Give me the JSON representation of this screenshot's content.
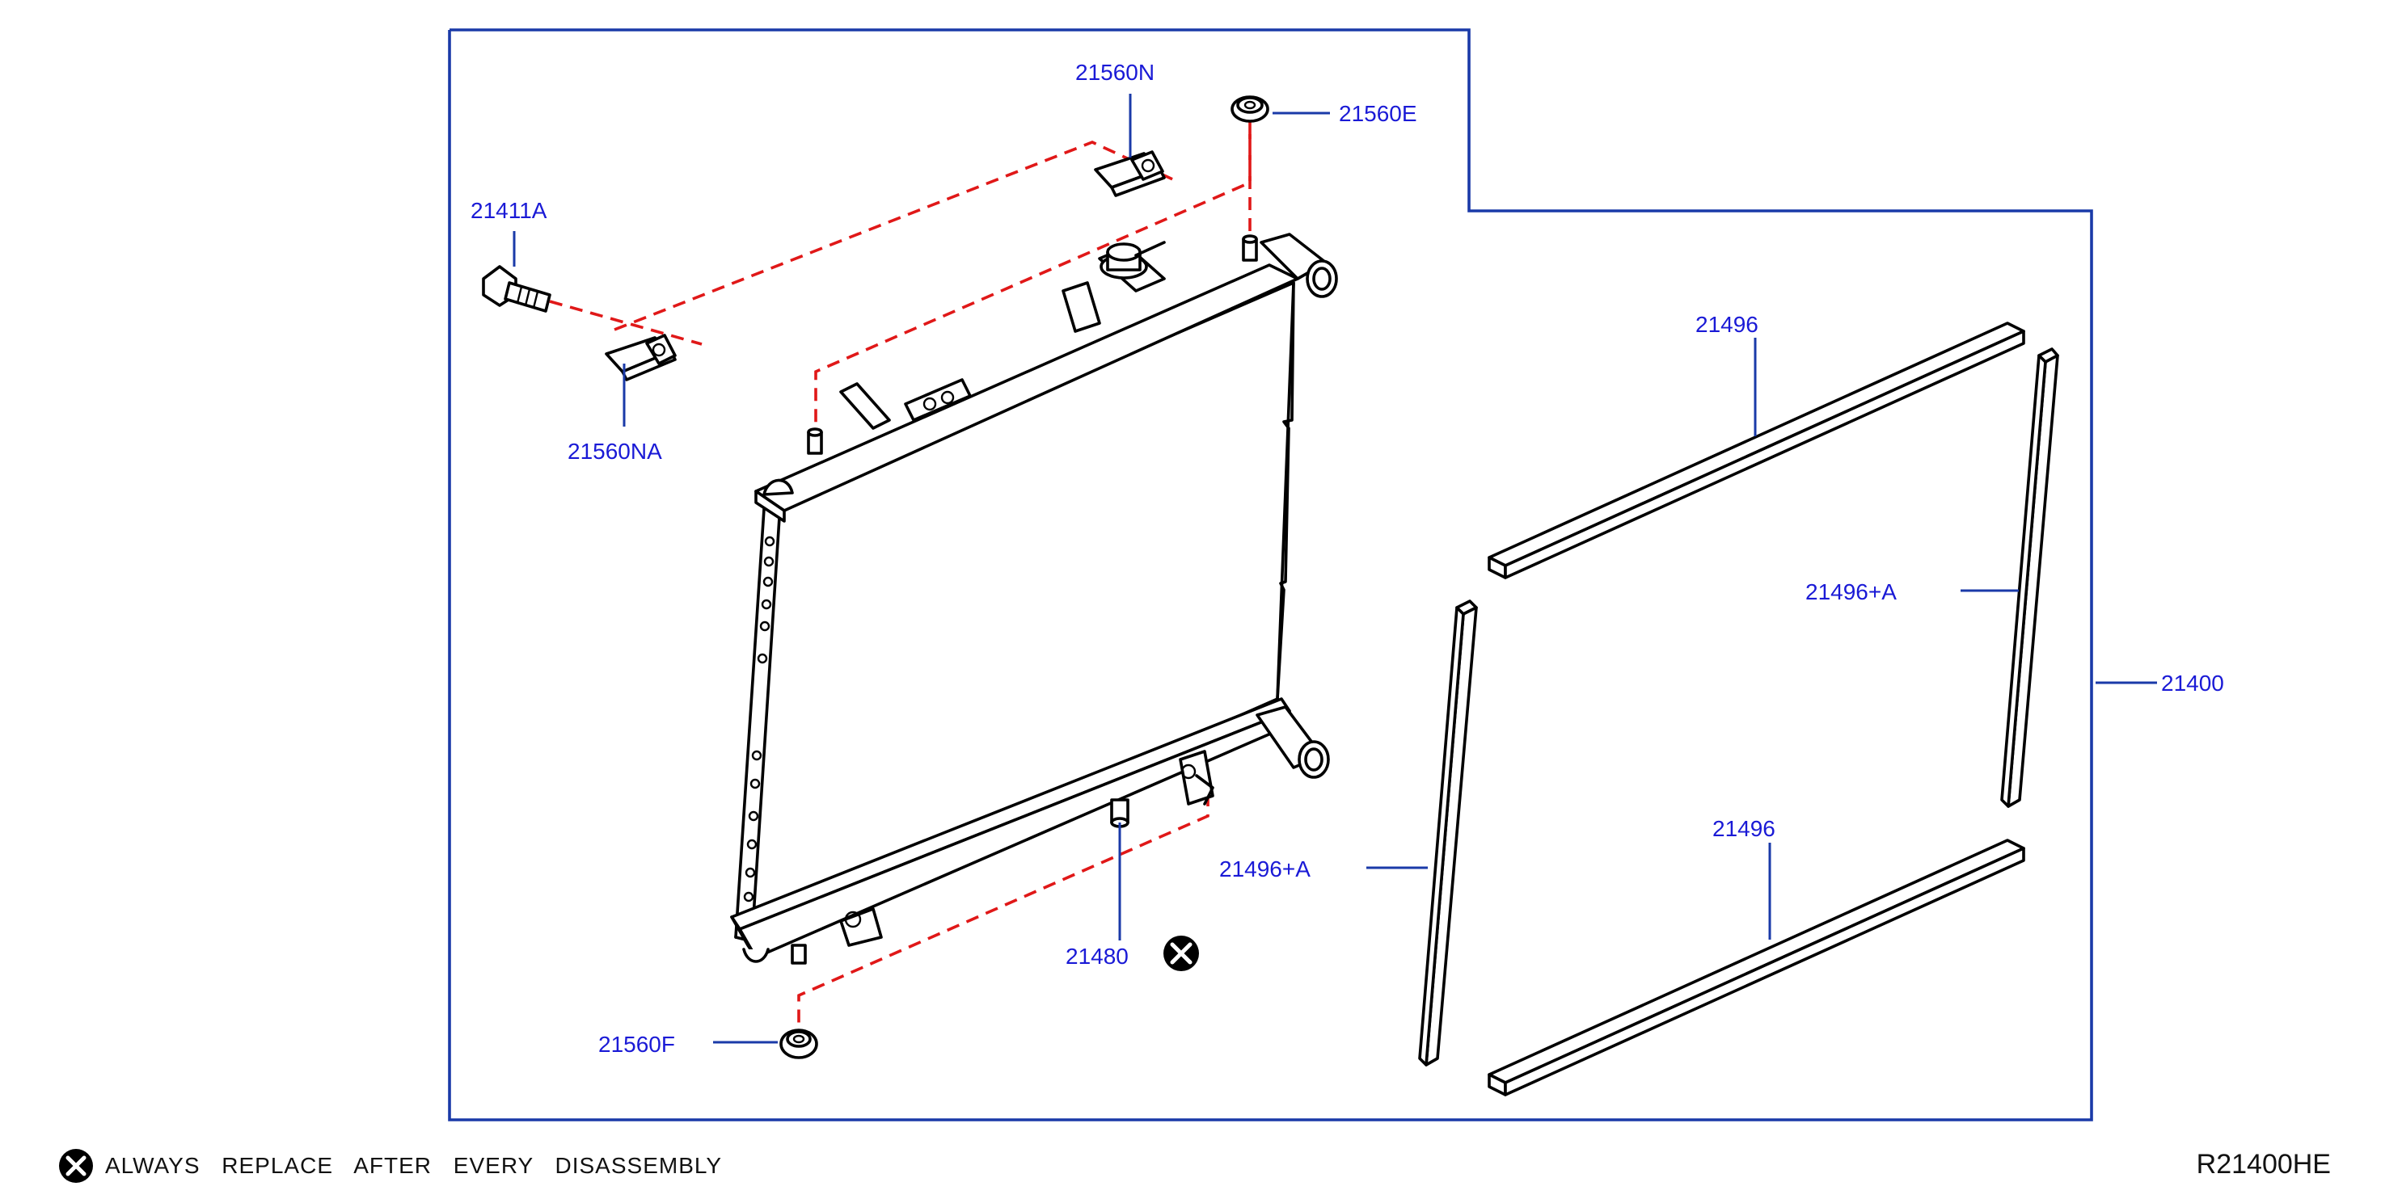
{
  "callouts": {
    "p21560N": "21560N",
    "p21560E": "21560E",
    "p21411A": "21411A",
    "p21560NA": "21560NA",
    "p21496_top": "21496",
    "p21496A_right": "21496+A",
    "p21400": "21400",
    "p21496A_left": "21496+A",
    "p21496_bottom": "21496",
    "p21480": "21480",
    "p21560F": "21560F"
  },
  "note": {
    "icon": "x-circle-icon",
    "text": "ALWAYS REPLACE AFTER EVERY DISASSEMBLY"
  },
  "reference_code": "R21400HE",
  "colors": {
    "callout_text": "#1a1ad6",
    "leader_and_frame": "#1a3aa8",
    "assembly_dash": "#e01818",
    "drawing_line": "#000000"
  }
}
